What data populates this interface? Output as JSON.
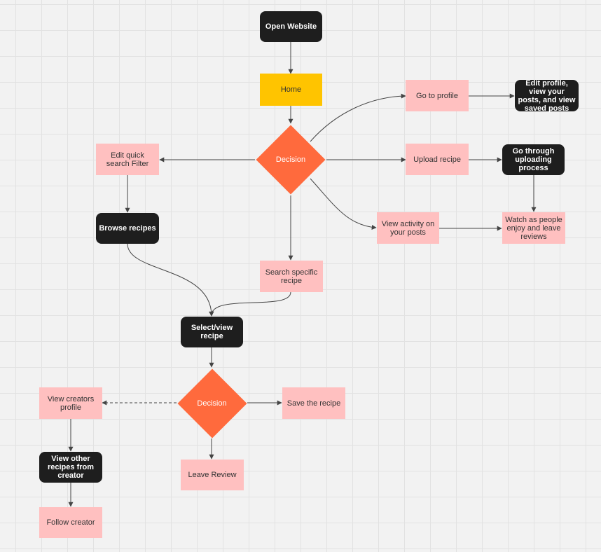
{
  "colors": {
    "dark": "#1e1e1e",
    "pink": "#ffc0c0",
    "yellow": "#ffc400",
    "decision": "#ff6a3d",
    "edge": "#444444"
  },
  "nodes": {
    "open_website": "Open Website",
    "home": "Home",
    "decision_main": "Decision",
    "go_to_profile": "Go to profile",
    "edit_profile": "Edit profile, view your posts, and view saved posts",
    "upload_recipe": "Upload recipe",
    "uploading_process": "Go through uploading process",
    "view_activity": "View activity on your posts",
    "watch_reviews": "Watch as people enjoy and leave reviews",
    "edit_filter": "Edit quick search Filter",
    "browse_recipes": "Browse recipes",
    "search_specific": "Search specific recipe",
    "select_view": "Select/view recipe",
    "decision_recipe": "Decision",
    "save_recipe": "Save the recipe",
    "leave_review": "Leave Review",
    "view_creator_profile": "View creators profile",
    "view_other_recipes": "View other recipes from creator",
    "follow_creator": "Follow creator"
  },
  "edges": [
    {
      "id": "open-to-home",
      "from": "open_website",
      "to": "home",
      "style": "solid"
    },
    {
      "id": "home-to-decision",
      "from": "home",
      "to": "decision_main",
      "style": "solid"
    },
    {
      "id": "decision-to-profile",
      "from": "decision_main",
      "to": "go_to_profile",
      "style": "solid"
    },
    {
      "id": "profile-to-edit",
      "from": "go_to_profile",
      "to": "edit_profile",
      "style": "solid"
    },
    {
      "id": "decision-to-upload",
      "from": "decision_main",
      "to": "upload_recipe",
      "style": "solid"
    },
    {
      "id": "upload-to-process",
      "from": "upload_recipe",
      "to": "uploading_process",
      "style": "solid"
    },
    {
      "id": "process-to-watch",
      "from": "uploading_process",
      "to": "watch_reviews",
      "style": "solid"
    },
    {
      "id": "decision-to-activity",
      "from": "decision_main",
      "to": "view_activity",
      "style": "solid"
    },
    {
      "id": "activity-to-watch",
      "from": "view_activity",
      "to": "watch_reviews",
      "style": "solid"
    },
    {
      "id": "decision-to-filter",
      "from": "decision_main",
      "to": "edit_filter",
      "style": "solid"
    },
    {
      "id": "filter-to-browse",
      "from": "edit_filter",
      "to": "browse_recipes",
      "style": "solid"
    },
    {
      "id": "decision-to-search",
      "from": "decision_main",
      "to": "search_specific",
      "style": "solid"
    },
    {
      "id": "browse-to-select",
      "from": "browse_recipes",
      "to": "select_view",
      "style": "solid"
    },
    {
      "id": "search-to-select",
      "from": "search_specific",
      "to": "select_view",
      "style": "solid"
    },
    {
      "id": "select-to-decision",
      "from": "select_view",
      "to": "decision_recipe",
      "style": "solid"
    },
    {
      "id": "decision-to-save",
      "from": "decision_recipe",
      "to": "save_recipe",
      "style": "solid"
    },
    {
      "id": "decision-to-review",
      "from": "decision_recipe",
      "to": "leave_review",
      "style": "solid"
    },
    {
      "id": "decision-to-creator",
      "from": "decision_recipe",
      "to": "view_creator_profile",
      "style": "dashed"
    },
    {
      "id": "creator-to-other",
      "from": "view_creator_profile",
      "to": "view_other_recipes",
      "style": "solid"
    },
    {
      "id": "other-to-follow",
      "from": "view_other_recipes",
      "to": "follow_creator",
      "style": "solid"
    }
  ]
}
